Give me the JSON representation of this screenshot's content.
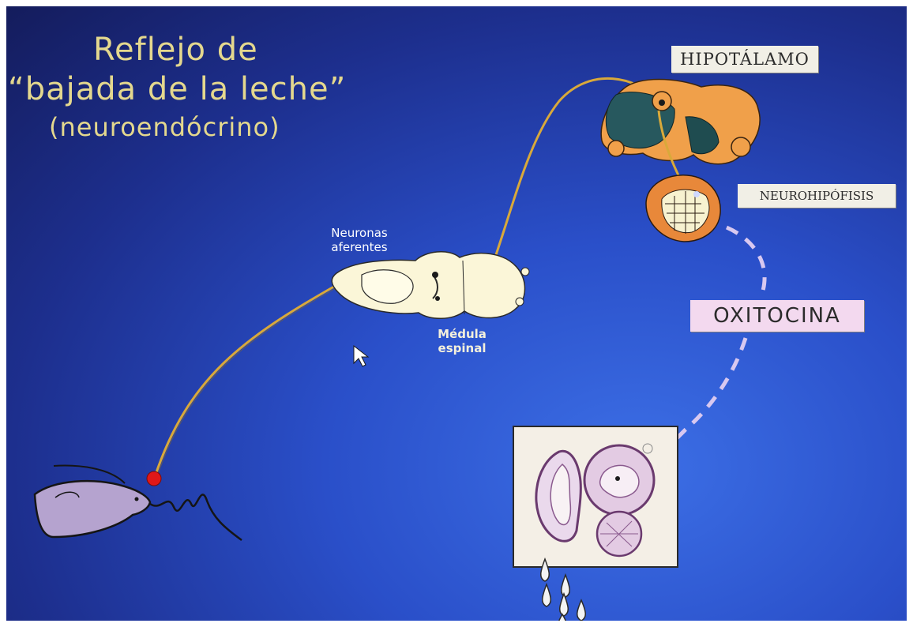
{
  "title": {
    "line1": "Reflejo de",
    "line2": "“bajada de la leche”",
    "line3": "(neuroendócrino)"
  },
  "labels": {
    "hipotalamo": "HIPOTÁLAMO",
    "neurohipofisis": "NEUROHIPÓFISIS",
    "oxitocina": "OXITOCINA",
    "neuronas_line1": "Neuronas",
    "neuronas_line2": "aferentes",
    "medula_line1": "Médula",
    "medula_line2": "espinal"
  },
  "colors": {
    "background": "#2a4fc9",
    "title_text": "#e4d88e",
    "nerve_fiber": "#d9a93a",
    "oxytocin_path": "#d8c8f0",
    "hypothalamus": "#f0a04a",
    "spinal_cord": "#fbf6d8",
    "calf": "#b5a3cf"
  },
  "icons": {
    "cursor": "mouse-pointer-icon",
    "calf": "calf-head-illustration",
    "teat": "teat-illustration",
    "spinal_cord": "spinal-cord-cross-section",
    "brain": "hypothalamus-illustration",
    "pituitary": "posterior-pituitary-illustration",
    "alveolus": "mammary-alveolus-illustration",
    "milk_drops": "milk-drop-icons"
  }
}
